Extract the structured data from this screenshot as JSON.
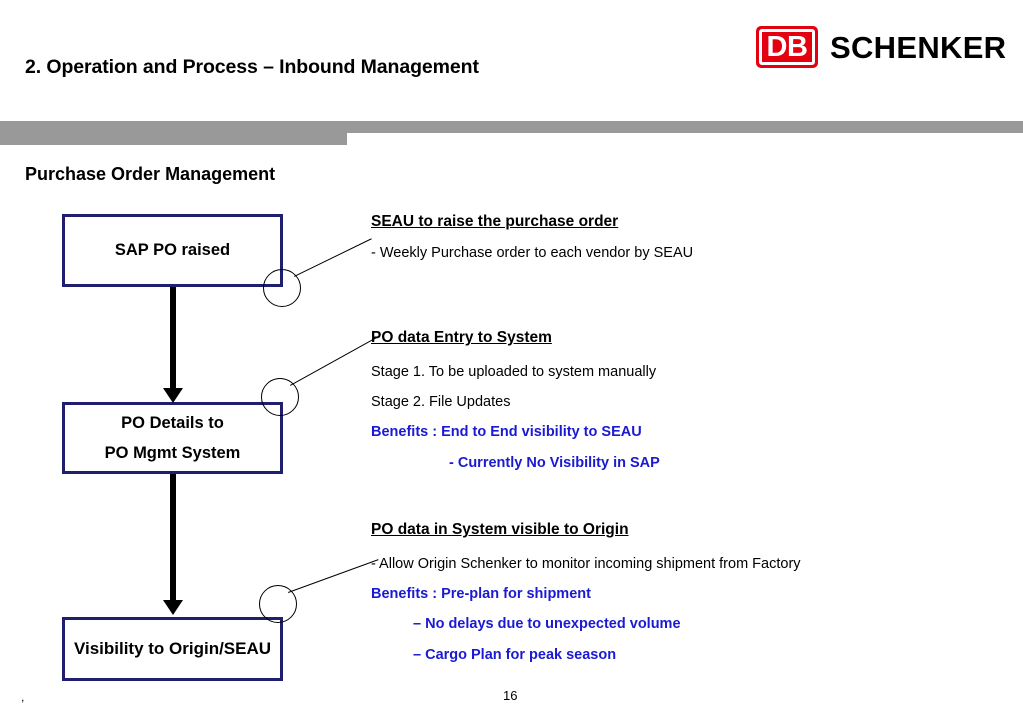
{
  "header": {
    "title": "2. Operation and Process – Inbound Management",
    "logo": {
      "mark_text": "DB",
      "wordmark": "SCHENKER",
      "mark_color": "#e3000f"
    }
  },
  "section": {
    "heading": "Purchase Order Management"
  },
  "flow": {
    "boxes": [
      {
        "id": "box1",
        "line1": "SAP PO raised",
        "line2": ""
      },
      {
        "id": "box2",
        "line1": "PO Details to",
        "line2": "PO Mgmt System"
      },
      {
        "id": "box3",
        "line1": "Visibility to Origin/SEAU",
        "line2": ""
      }
    ],
    "border_color": "#1f1f6e",
    "arrow_color": "#000000"
  },
  "annotations": [
    {
      "heading": "SEAU to raise the purchase order",
      "lines": [
        {
          "text": "- Weekly Purchase order  to each vendor by SEAU",
          "style": "black",
          "indent": 0
        }
      ]
    },
    {
      "heading": "PO data Entry to System",
      "lines": [
        {
          "text": "Stage 1.  To be uploaded to system manually",
          "style": "black",
          "indent": 0
        },
        {
          "text": "Stage 2. File Updates",
          "style": "black",
          "indent": 0
        },
        {
          "text": "Benefits : End to End visibility to SEAU",
          "style": "blue",
          "indent": 0
        },
        {
          "text": "- Currently No Visibility in SAP",
          "style": "blue",
          "indent": 1
        }
      ]
    },
    {
      "heading": "PO data in System visible to Origin",
      "lines": [
        {
          "text": "- Allow Origin Schenker to monitor incoming shipment from Factory",
          "style": "black",
          "indent": 0
        },
        {
          "text": "Benefits : Pre-plan for shipment",
          "style": "blue",
          "indent": 0
        },
        {
          "text": "– No delays due to unexpected volume",
          "style": "blue",
          "indent": 2
        },
        {
          "text": "– Cargo Plan for peak season",
          "style": "blue",
          "indent": 2
        }
      ]
    }
  ],
  "footer": {
    "page_number": "16",
    "corner_mark": ","
  },
  "colors": {
    "blue_text": "#1a1ad2",
    "navy_border": "#1f1f6e",
    "band_gray": "#999999",
    "brand_red": "#e3000f"
  }
}
